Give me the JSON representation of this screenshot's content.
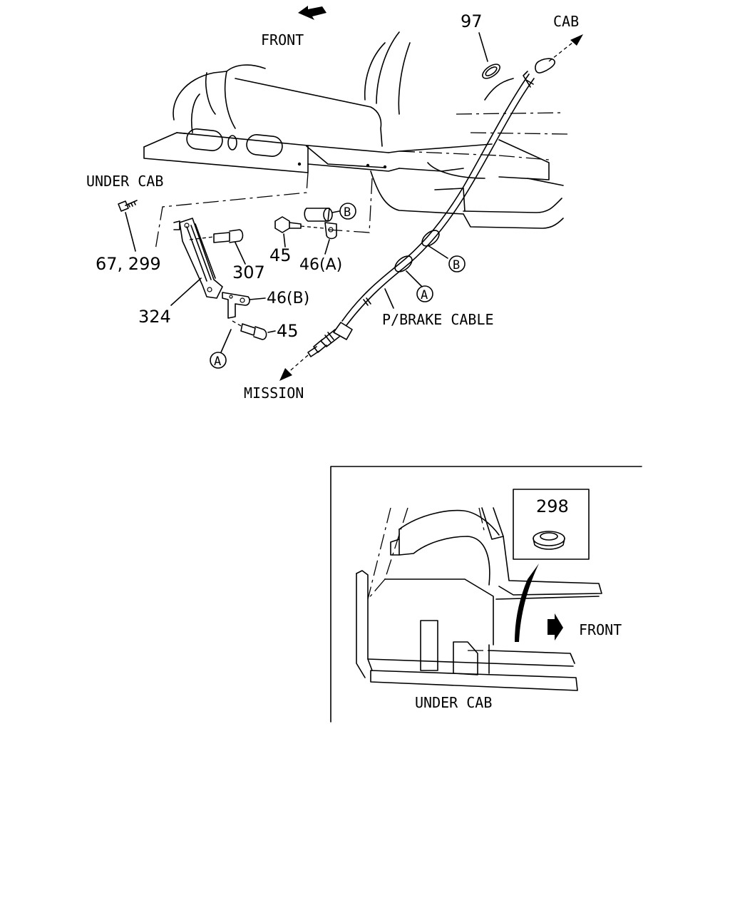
{
  "upper": {
    "front_label": "FRONT",
    "cab_label": "CAB",
    "under_cab_label": "UNDER CAB",
    "mission_label": "MISSION",
    "cable_label": "P/BRAKE CABLE",
    "parts": {
      "p97": "97",
      "p67_299": "67, 299",
      "p307": "307",
      "p45_top": "45",
      "p46a": "46(A)",
      "p46b": "46(B)",
      "p324": "324",
      "p45_bottom": "45"
    },
    "callouts": {
      "b_top": "B",
      "b_right": "B",
      "a_right": "A",
      "a_left": "A"
    }
  },
  "inset": {
    "part_298": "298",
    "front_label": "FRONT",
    "under_cab_label": "UNDER CAB"
  }
}
